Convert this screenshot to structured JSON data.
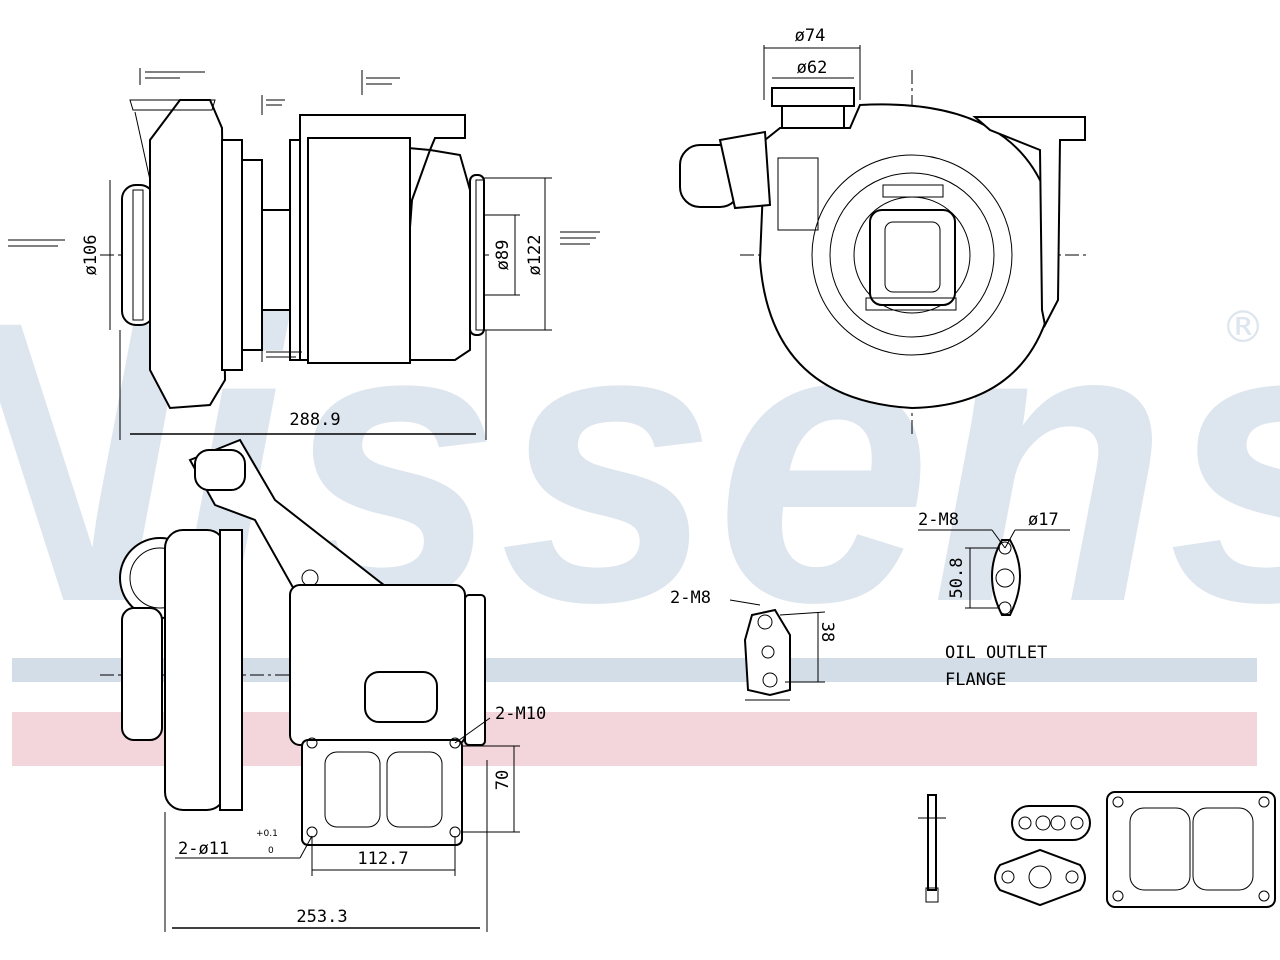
{
  "brand": {
    "logo_text": "Nissens",
    "registered_mark": "®",
    "logo_color": "#dde5ee",
    "stripe_blue": "#d3dde8",
    "stripe_red": "#f2d6dc"
  },
  "side_view": {
    "dim_length": "288.9",
    "dim_compressor_inlet": "ø106",
    "dim_turbine_outlet_inner": "ø89",
    "dim_turbine_outlet_outer": "ø122"
  },
  "front_view": {
    "dim_outer": "ø74",
    "dim_inner": "ø62"
  },
  "bottom_view": {
    "dim_stud": "2-M10",
    "dim_flange_height": "70",
    "dim_hole": "2-ø11",
    "tol_upper": "+0.1",
    "tol_lower": "0",
    "dim_flange_width": "112.7",
    "dim_total_length": "253.3"
  },
  "oil_inlet_flange": {
    "dim_bolts": "2-M8",
    "dim_spacing": "38"
  },
  "oil_outlet_flange": {
    "dim_bolts": "2-M8",
    "dim_hole": "ø17",
    "dim_spacing": "50.8",
    "label_line1": "OIL OUTLET",
    "label_line2": "FLANGE"
  }
}
